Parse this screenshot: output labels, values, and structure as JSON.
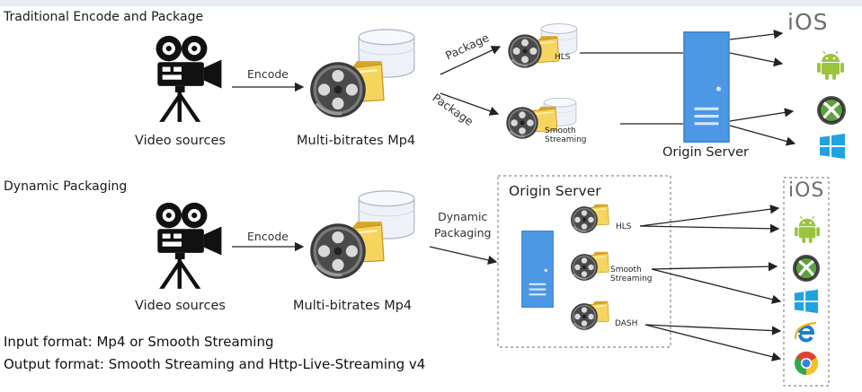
{
  "sections": {
    "traditional": "Traditional Encode and Package",
    "dynamic": "Dynamic Packaging"
  },
  "traditional": {
    "source_label": "Video sources",
    "encode_label": "Encode",
    "mp4_label": "Multi-bitrates Mp4",
    "package_label_1": "Package",
    "package_label_2": "Package",
    "hls_label": "HLS",
    "smooth_label_1": "Smooth",
    "smooth_label_2": "Streaming",
    "origin_label": "Origin Server"
  },
  "dynamic": {
    "source_label": "Video sources",
    "encode_label": "Encode",
    "mp4_label": "Multi-bitrates Mp4",
    "packaging_label_1": "Dynamic",
    "packaging_label_2": "Packaging",
    "origin_box_title": "Origin Server",
    "hls_label": "HLS",
    "smooth_label_1": "Smooth",
    "smooth_label_2": "Streaming",
    "dash_label": "DASH"
  },
  "platforms": {
    "ios_text": "iOS",
    "icons": [
      "ios",
      "android",
      "xbox",
      "windows",
      "internet-explorer",
      "chrome"
    ]
  },
  "notes": {
    "input": "Input format: Mp4 or Smooth Streaming",
    "output": "Output format: Smooth Streaming and Http-Live-Streaming v4"
  },
  "colors": {
    "server_blue": "#3f8ad8",
    "android_green": "#9bc33f",
    "windows_blue": "#1fa3e0",
    "xbox_green": "#5aa23a",
    "folder_yellow": "#f3cf52"
  }
}
